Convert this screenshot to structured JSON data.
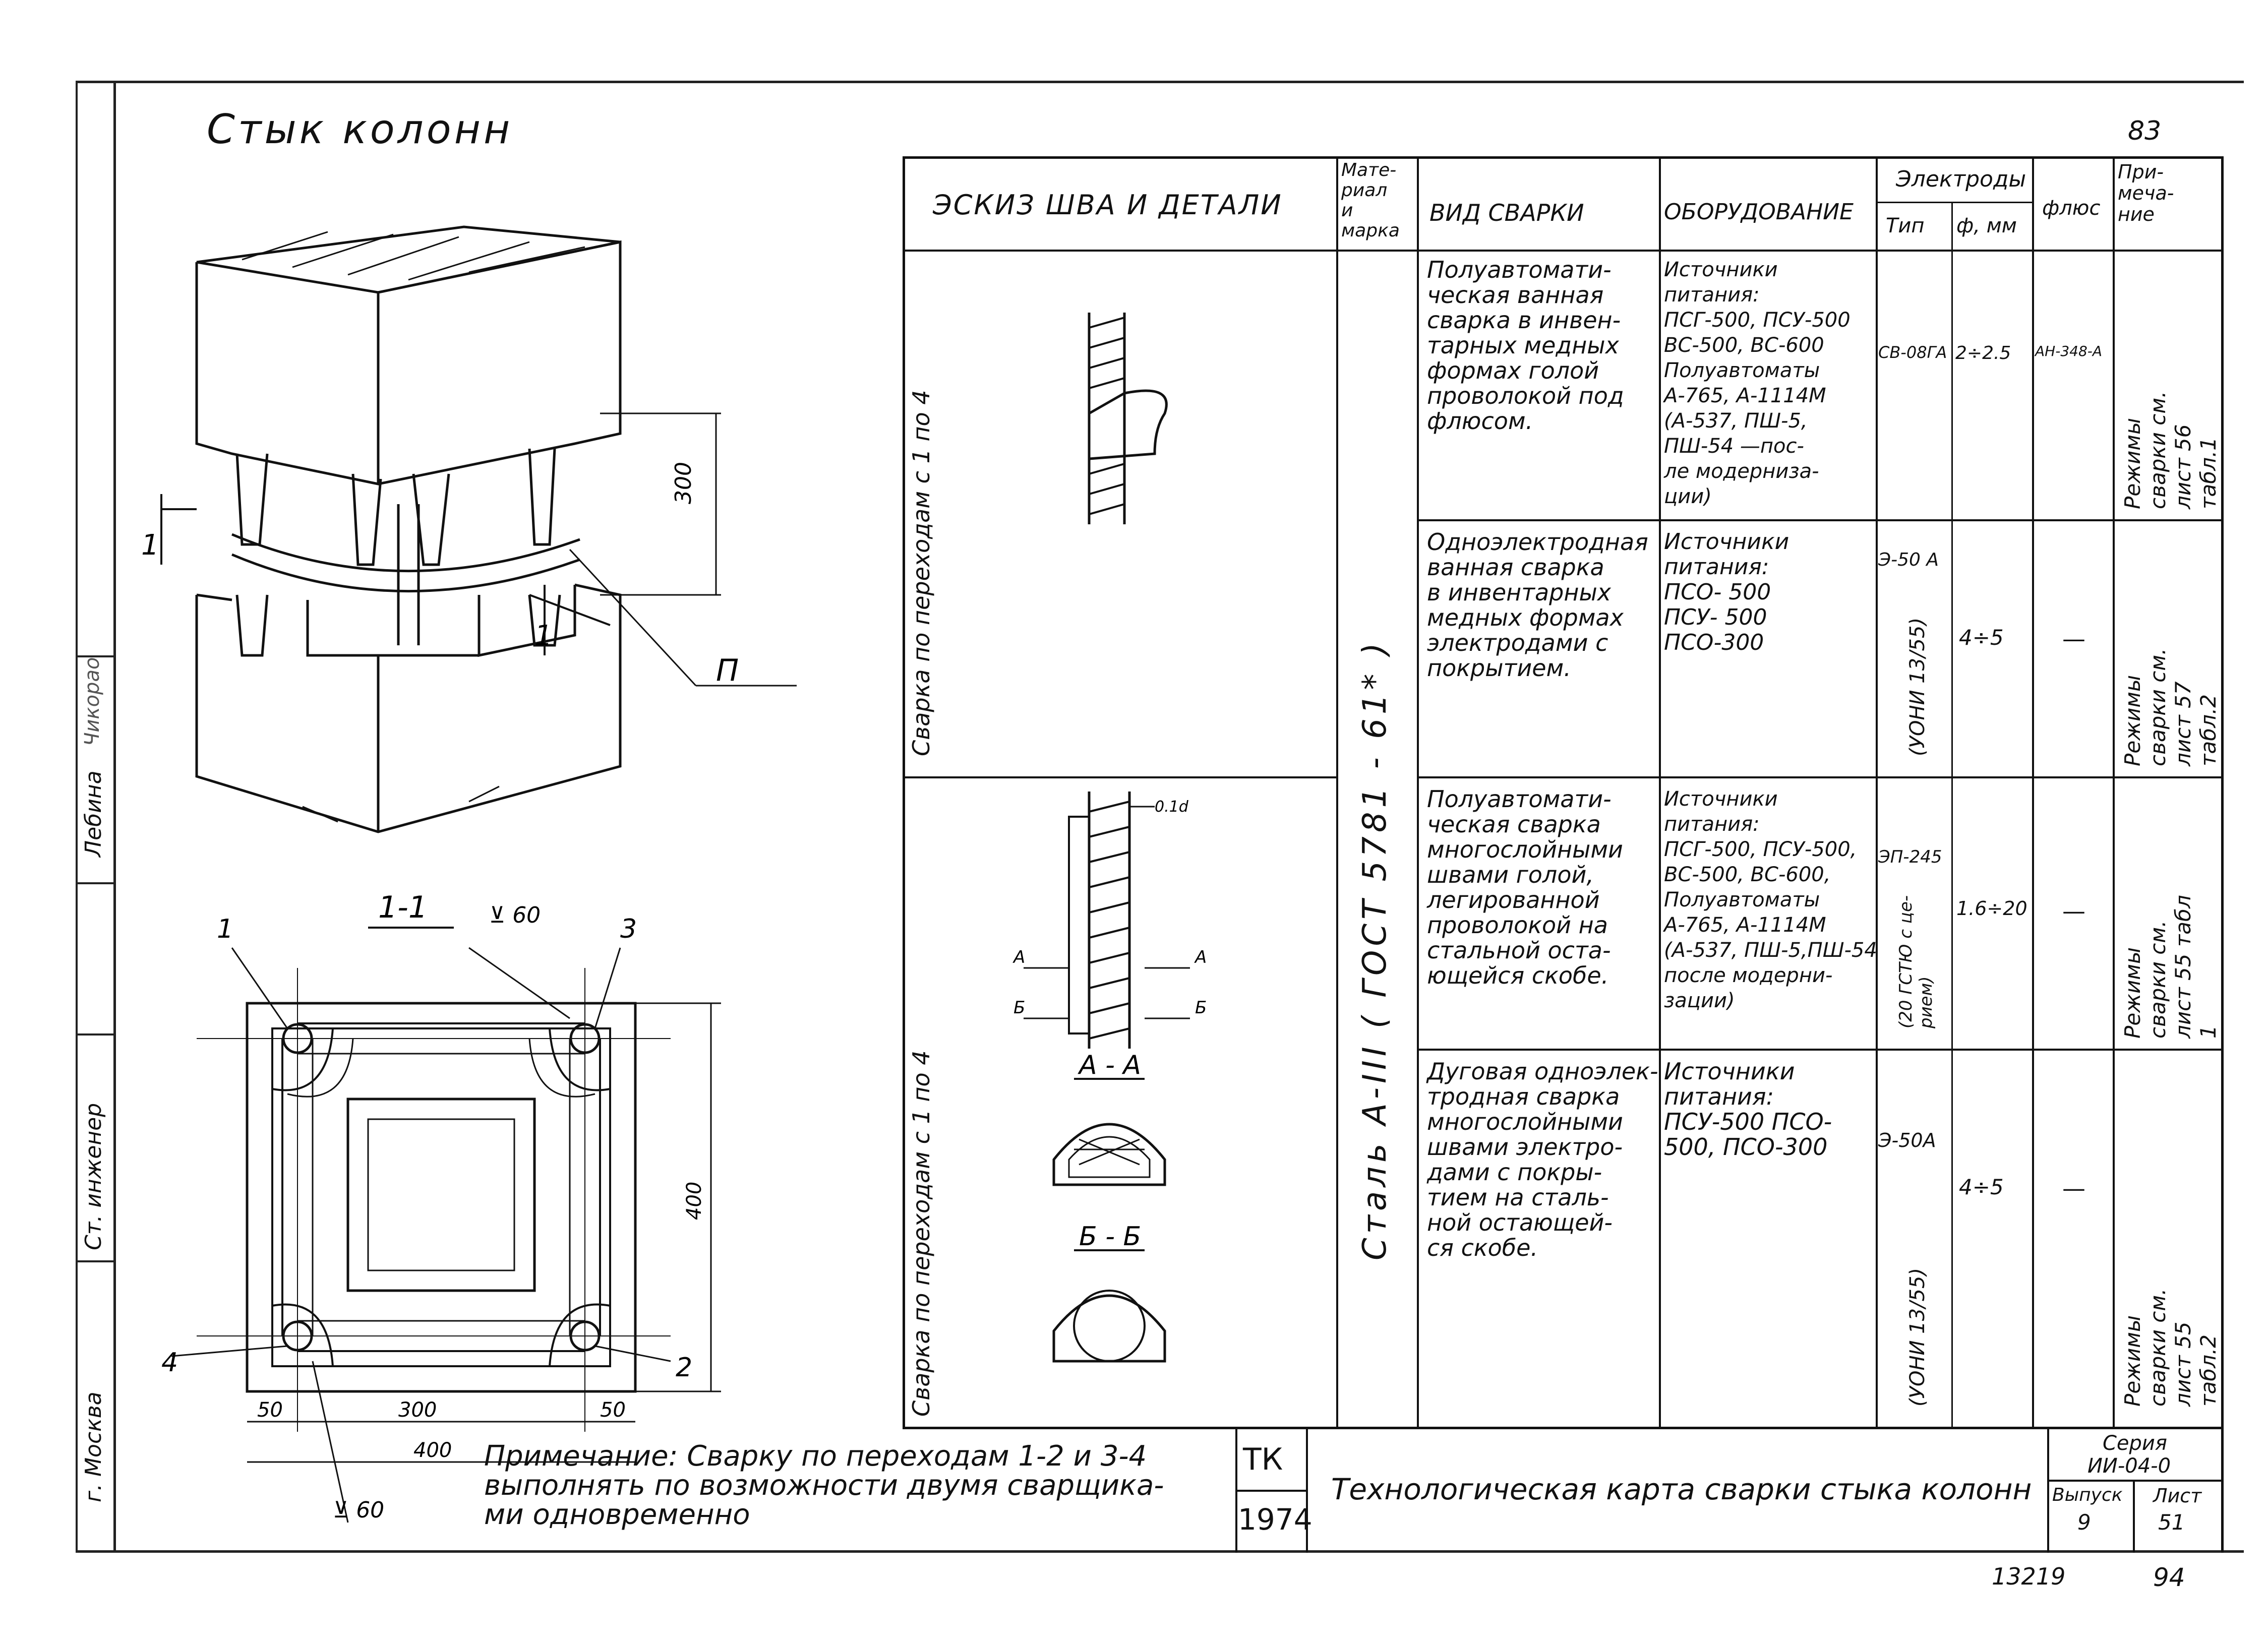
{
  "sheet": {
    "title": "Стык колонн",
    "corner_page_number": "83",
    "bottom_left_numbers": [
      "13219",
      "94"
    ]
  },
  "left_strip": {
    "labels": [
      "г. Москва",
      "Ст. инженер",
      "Лебина",
      "Чикорао"
    ]
  },
  "drawing": {
    "label_p": "П",
    "dim_300": "300",
    "section_mark_1a": "1",
    "section_mark_1b": "1",
    "section_title": "1-1",
    "weld_symbol_top": "⊻ 60",
    "weld_symbol_bottom": "⊻ 60",
    "callouts": [
      "1",
      "2",
      "3",
      "4"
    ],
    "dims": [
      "50",
      "300",
      "50",
      "400",
      "400"
    ]
  },
  "table": {
    "headers": {
      "sketch": "ЭСКИЗ ШВА И ДЕТАЛИ",
      "material": "Мате-\nриал\nи\nмарка",
      "weld_type": "ВИД СВАРКИ",
      "equipment": "ОБОРУДОВАНИЕ",
      "electrodes": "Электроды",
      "el_type": "Тип",
      "el_diam": "ф, мм",
      "flux": "флюс",
      "note": "При-\nмеча-\nние"
    },
    "group1_label": "Сварка по переходам с 1 по 4",
    "group2_label": "Сварка по переходам с 1 по 4",
    "material_text": "Сталь А-III   ( ГОСТ  5781 - 61* )",
    "section_labels": {
      "aa": "А - А",
      "bb": "Б - Б",
      "a": "А",
      "b": "Б",
      "dim": "0.1d"
    },
    "rows": [
      {
        "weld_type": "Полуавтомати-\nческая ванная\nсварка в инвен-\nтарных медных\nформах голой\nпроволокой под\nфлюсом.",
        "equipment": "Источники\nпитания:\nПСГ-500, ПСУ-500\nВС-500, ВС-600\nПолуавтоматы\nА-765, А-1114М\n(А-537, ПШ-5,\nПШ-54 —пос-\nле модерниза-\nции)",
        "el_type": "СВ-08ГА",
        "el_diam": "2÷2.5",
        "flux": "АН-348-А",
        "note": "Режимы сварки см.\nлист 56 табл.1"
      },
      {
        "weld_type": "Одноэлектродная\nванная сварка\nв инвентарных\nмедных формах\nэлектродами с\nпокрытием.",
        "equipment": "Источники\nпитания:\nПСО- 500\nПСУ- 500\nПСО-300",
        "el_type": "Э-50 А",
        "el_type_note": "(УОНИ 13/55)",
        "el_diam": "4÷5",
        "flux": "—",
        "note": "Режимы сварки см.\nлист 57 табл.2"
      },
      {
        "weld_type": "Полуавтомати-\nческая сварка\nмногослойными\nшвами голой,\nлегированной\nпроволокой на\nстальной оста-\nющейся скобе.",
        "equipment": "Источники\nпитания:\nПСГ-500, ПСУ-500,\nВС-500, ВС-600,\nПолуавтоматы\nА-765, А-1114М\n(А-537, ПШ-5,ПШ-54\nпосле модерни-\nзации)",
        "el_type": "ЭП-245",
        "el_type_note": "(20 ГСТЮ с це-\nрием)",
        "el_diam": "1.6÷20",
        "flux": "—",
        "note": "Режимы сварки см.\nлист 55  табл 1"
      },
      {
        "weld_type": "Дуговая одноэлек-\nтродная сварка\nмногослойными\nшвами электро-\nдами с покры-\nтием на сталь-\nной остающей-\nся скобе.",
        "equipment": "Источники\nпитания:\nПСУ-500 ПСО-\n500,  ПСО-300",
        "el_type": "Э-50А",
        "el_type_note": "(УОНИ 13/55)",
        "el_diam": "4÷5",
        "flux": "—",
        "note": "Режимы сварки  см.\nлист 55  табл.2"
      }
    ]
  },
  "note": {
    "text_line1": "Примечание: Сварку по переходам 1-2 и 3-4",
    "text_line2": "выполнять по возможности двумя сварщика-",
    "text_line3": "ми одновременно"
  },
  "title_block": {
    "tk": "ТК",
    "year": "1974",
    "title": "Технологическая карта сварки стыка колонн",
    "series_label": "Серия",
    "series_value": "ИИ-04-0",
    "issue_label": "Выпуск",
    "issue_value": "9",
    "sheet_label": "Лист",
    "sheet_value": "51"
  }
}
